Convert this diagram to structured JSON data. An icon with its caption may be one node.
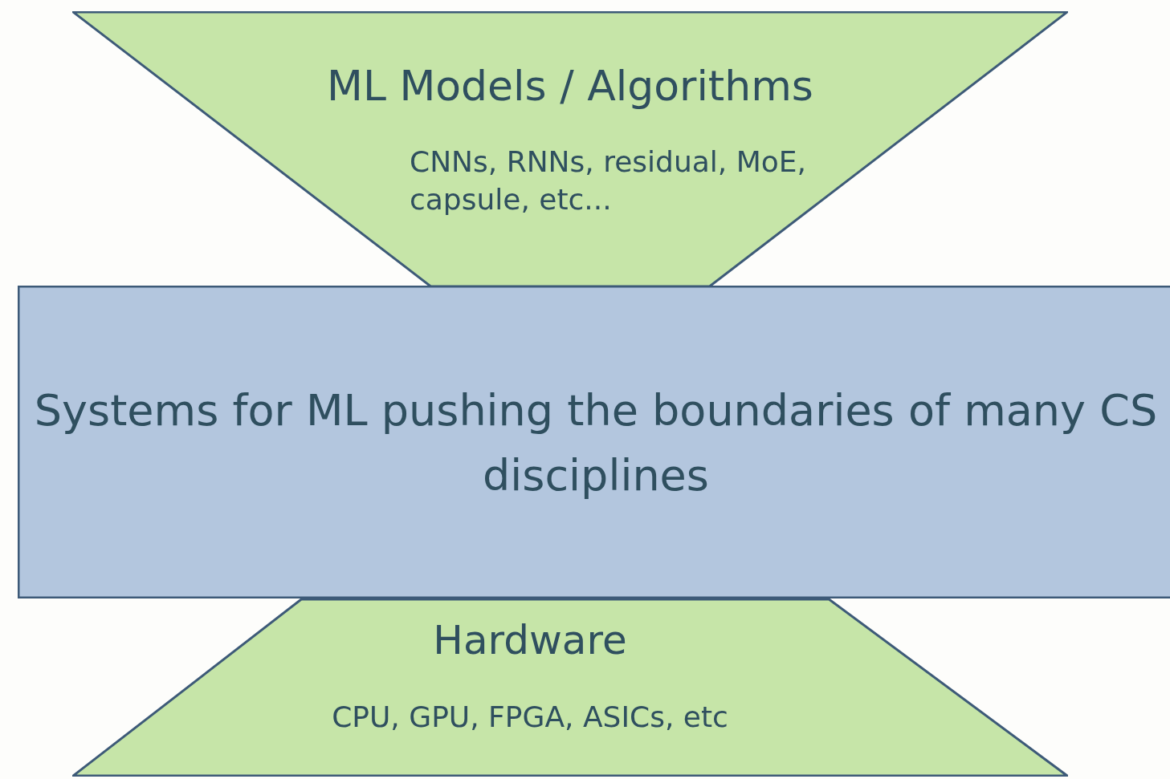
{
  "diagram": {
    "nodes": [
      {
        "text": [
          "ML Models / Algorithms",
          "CNNs, RNNs, residual, MoE, capsule, etc..."
        ]
      },
      {
        "text": [
          "Systems for ML pushing the boundaries of many CS disciplines"
        ]
      },
      {
        "text": [
          "Hardware",
          "CPU, GPU, FPGA, ASICs, etc"
        ]
      }
    ]
  }
}
